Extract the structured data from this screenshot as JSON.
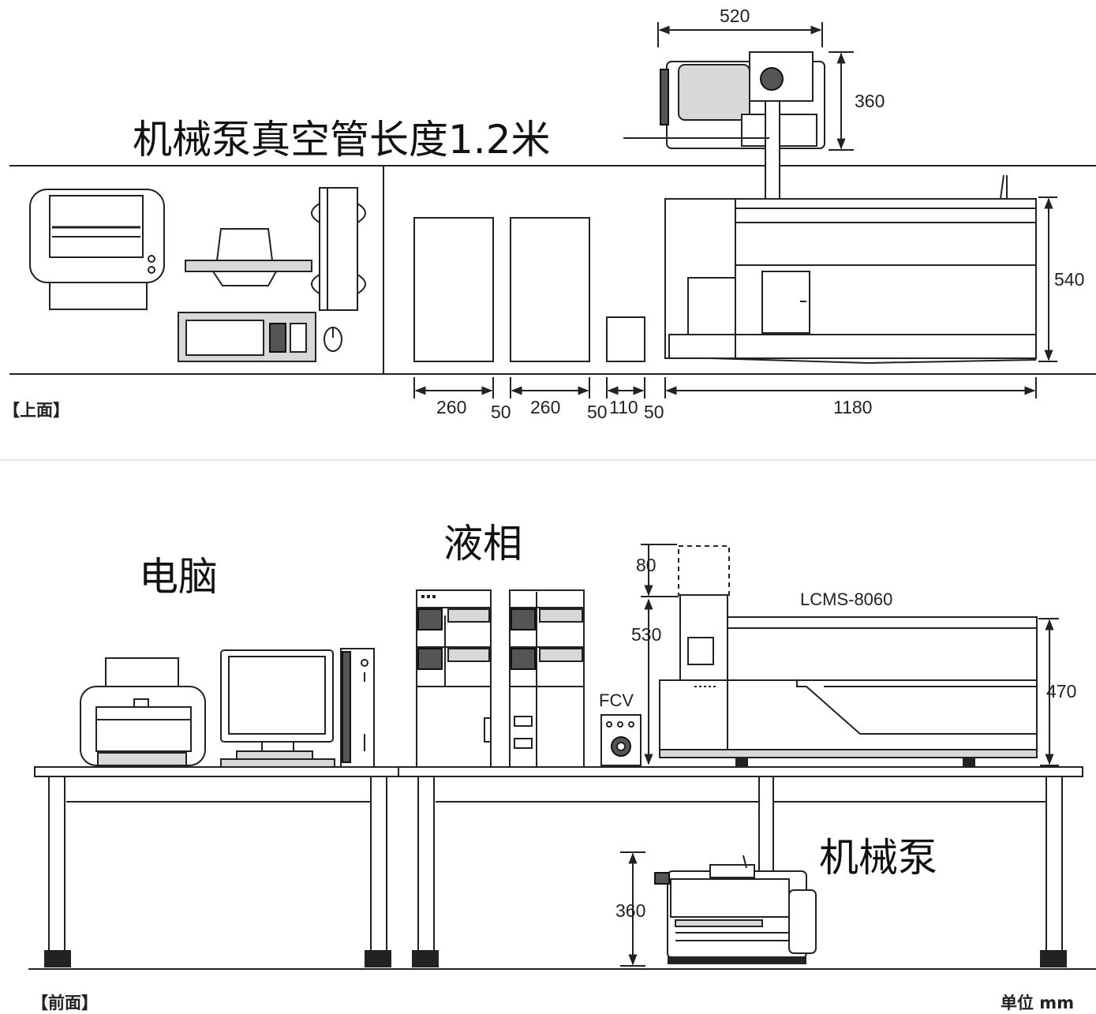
{
  "labels": {
    "vacuum_tube": "机械泵真空管长度1.2米",
    "top_view": "【上面】",
    "front_view": "【前面】",
    "computer": "电脑",
    "liquid_phase": "液相",
    "mech_pump": "机械泵",
    "lcms_model": "LCMS-8060",
    "fcv": "FCV",
    "unit": "单位 mm"
  },
  "dimensions": {
    "top": {
      "pump_width": "520",
      "pump_depth": "360",
      "ms_depth": "540",
      "widths": [
        "260",
        "50",
        "260",
        "50",
        "110",
        "50",
        "1180"
      ]
    },
    "front": {
      "top_clearance": "80",
      "lc_height": "530",
      "ms_height": "470",
      "pump_height": "360"
    }
  }
}
